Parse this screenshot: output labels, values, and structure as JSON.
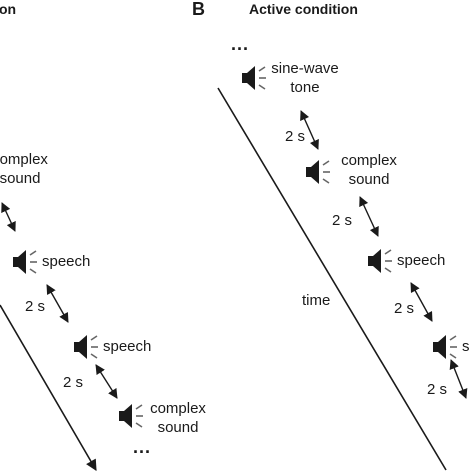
{
  "panel_a": {
    "title_fragment": "on",
    "stimuli": [
      {
        "id": "a-complex-1",
        "label_lines": [
          "complex",
          "sound"
        ]
      },
      {
        "id": "a-speech-1",
        "label": "speech"
      },
      {
        "id": "a-speech-2",
        "label": "speech"
      },
      {
        "id": "a-complex-2",
        "label_lines": [
          "complex",
          "sound"
        ]
      }
    ],
    "intervals": [
      "2 s",
      "2 s"
    ],
    "ellipsis": "..."
  },
  "panel_b": {
    "letter": "B",
    "title": "Active condition",
    "ellipsis": "...",
    "stimuli": [
      {
        "id": "b-tone",
        "label_lines": [
          "sine-wave",
          "tone"
        ]
      },
      {
        "id": "b-complex",
        "label_lines": [
          "complex",
          "sound"
        ]
      },
      {
        "id": "b-speech",
        "label": "speech"
      },
      {
        "id": "b-cut",
        "label": "s"
      }
    ],
    "intervals": [
      "2 s",
      "2 s",
      "2 s",
      "2 s"
    ],
    "time_label": "time"
  },
  "icons": [
    "speaker-icon"
  ]
}
